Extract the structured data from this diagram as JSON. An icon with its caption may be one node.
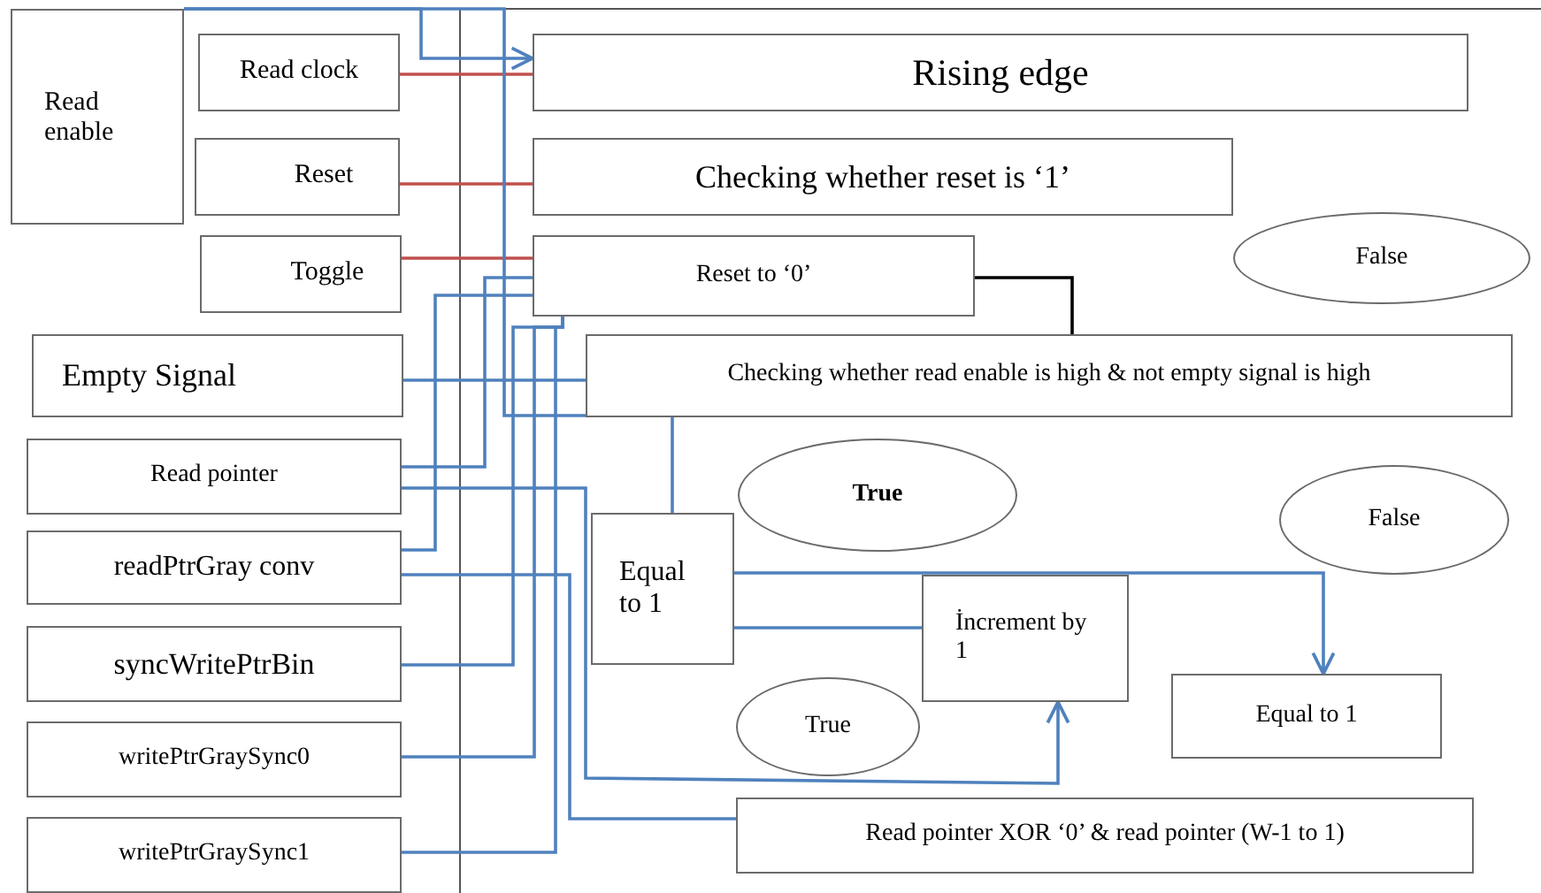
{
  "diagram": {
    "nodes": [
      {
        "text": [
          "Read enable"
        ]
      },
      {
        "text": [
          "Read clock"
        ]
      },
      {
        "text": [
          "Reset"
        ]
      },
      {
        "text": [
          "Toggle"
        ]
      },
      {
        "text": [
          "Empty Signal"
        ]
      },
      {
        "text": [
          "Read pointer"
        ]
      },
      {
        "text": [
          "readPtrGray conv"
        ]
      },
      {
        "text": [
          "syncWritePtrBin"
        ]
      },
      {
        "text": [
          "writePtrGraySync0"
        ]
      },
      {
        "text": [
          "writePtrGraySync1"
        ]
      },
      {
        "text": [
          "Rising edge"
        ]
      },
      {
        "text": [
          "Checking whether reset is ‘1’"
        ]
      },
      {
        "text": [
          "Reset to ‘0’"
        ]
      },
      {
        "text": [
          "Checking whether read enable is high & not empty signal is high"
        ]
      },
      {
        "text": [
          "True"
        ]
      },
      {
        "text": [
          "False"
        ]
      },
      {
        "text": [
          "Equal to 1"
        ]
      },
      {
        "text": [
          "False"
        ]
      },
      {
        "text": [
          "İncrement by 1"
        ]
      },
      {
        "text": [
          "True"
        ]
      },
      {
        "text": [
          "Equal to 1"
        ]
      },
      {
        "text": [
          "Read pointer XOR ‘0’ & read pointer (W-1 to 1)"
        ]
      }
    ],
    "edges": [
      {
        "from": 0,
        "to": 10,
        "arrow": "to"
      },
      {
        "from": 1,
        "to": 10,
        "arrow": "none",
        "color": "#c0504d"
      },
      {
        "from": 2,
        "to": 11,
        "arrow": "none",
        "color": "#c0504d"
      },
      {
        "from": 3,
        "to": 12,
        "arrow": "none",
        "color": "#c0504d"
      },
      {
        "from": 0,
        "to": 13,
        "arrow": "none"
      },
      {
        "from": 4,
        "to": 13,
        "arrow": "none"
      },
      {
        "from": 5,
        "to": 12,
        "arrow": "none"
      },
      {
        "from": 6,
        "to": 12,
        "arrow": "none"
      },
      {
        "from": 7,
        "to": 12,
        "arrow": "none"
      },
      {
        "from": 8,
        "to": 12,
        "arrow": "none"
      },
      {
        "from": 9,
        "to": 12,
        "arrow": "none"
      },
      {
        "from": 5,
        "to": 18,
        "arrow": "to"
      },
      {
        "from": 6,
        "to": 21,
        "arrow": "none"
      },
      {
        "from": 13,
        "to": 16,
        "arrow": "none"
      },
      {
        "from": 16,
        "to": 18,
        "arrow": "none"
      },
      {
        "from": 16,
        "to": 20,
        "arrow": "to"
      },
      {
        "from": 12,
        "to": 13,
        "arrow": "none",
        "color": "#000000"
      }
    ]
  }
}
